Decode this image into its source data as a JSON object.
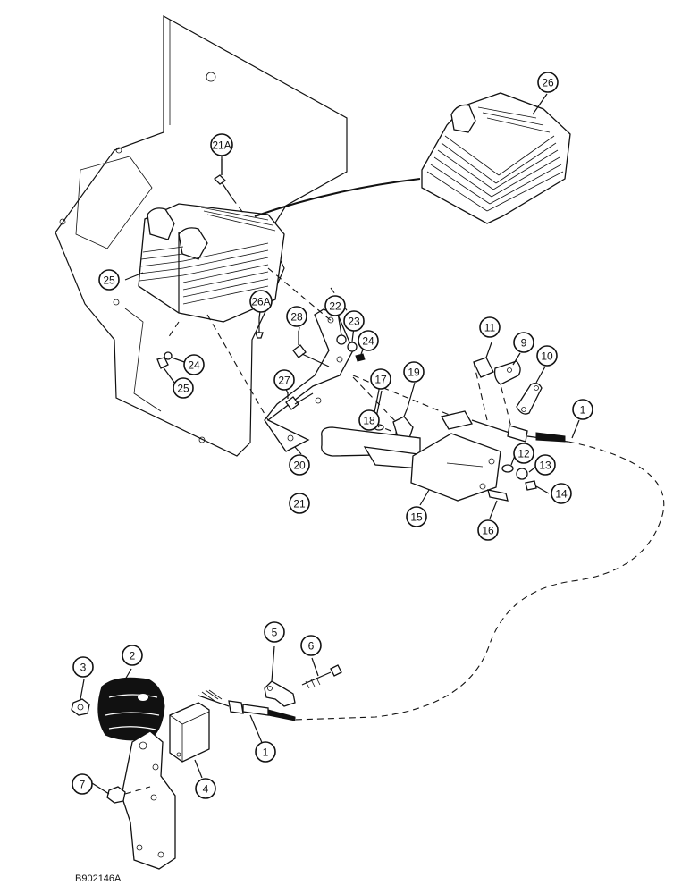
{
  "figure_id": "B902146A",
  "callouts": [
    {
      "label": "1"
    },
    {
      "label": "1"
    },
    {
      "label": "2"
    },
    {
      "label": "3"
    },
    {
      "label": "4"
    },
    {
      "label": "5"
    },
    {
      "label": "6"
    },
    {
      "label": "7"
    },
    {
      "label": "9"
    },
    {
      "label": "10"
    },
    {
      "label": "11"
    },
    {
      "label": "12"
    },
    {
      "label": "13"
    },
    {
      "label": "14"
    },
    {
      "label": "15"
    },
    {
      "label": "16"
    },
    {
      "label": "17"
    },
    {
      "label": "18"
    },
    {
      "label": "19"
    },
    {
      "label": "20"
    },
    {
      "label": "21"
    },
    {
      "label": "21A"
    },
    {
      "label": "22"
    },
    {
      "label": "23"
    },
    {
      "label": "24"
    },
    {
      "label": "24"
    },
    {
      "label": "25"
    },
    {
      "label": "25"
    },
    {
      "label": "26"
    },
    {
      "label": "26A"
    },
    {
      "label": "27"
    },
    {
      "label": "28"
    }
  ]
}
